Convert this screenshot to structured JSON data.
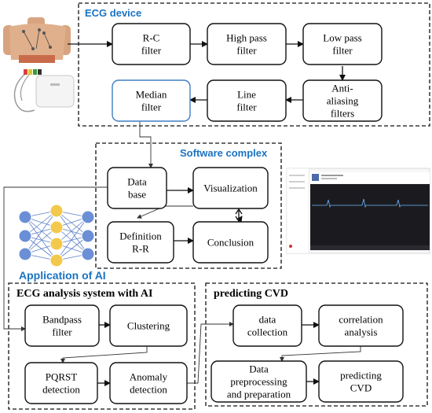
{
  "sections": {
    "ecg_device": "ECG device",
    "software_complex": "Software complex",
    "application_of_ai": "Application of AI",
    "ecg_analysis": "ECG analysis system with AI",
    "predicting_cvd": "predicting CVD"
  },
  "nodes": {
    "rc_filter": [
      "R-C",
      "filter"
    ],
    "high_pass": [
      "High pass",
      "filter"
    ],
    "low_pass": [
      "Low pass",
      "filter"
    ],
    "anti_aliasing": [
      "Anti-",
      "aliasing",
      "filters"
    ],
    "line_filter": [
      "Line",
      "filter"
    ],
    "median_filter": [
      "Median",
      "filter"
    ],
    "data_base": [
      "Data",
      "base"
    ],
    "visualization": [
      "Visualization"
    ],
    "definition_rr": [
      "Definition",
      "R-R"
    ],
    "conclusion": [
      "Conclusion"
    ],
    "bandpass": [
      "Bandpass",
      "filter"
    ],
    "clustering": [
      "Clustering"
    ],
    "pqrst": [
      "PQRST",
      "detection"
    ],
    "anomaly": [
      "Anomaly",
      "detection"
    ],
    "data_collection": [
      "data",
      "collection"
    ],
    "correlation": [
      "correlation",
      "analysis"
    ],
    "preprocessing": [
      "Data",
      "preprocessing",
      "and preparation"
    ],
    "predicting": [
      "predicting",
      "CVD"
    ]
  },
  "colors": {
    "accent_blue": "#1a73c2",
    "median_border": "#3f7fc4",
    "neuron_blue": "#6a8fd6",
    "neuron_yellow": "#f2c94c",
    "screen_bg": "#1b1b1f",
    "ecg_trace": "#6fb7ff"
  },
  "icons": [
    "human-torso-icon",
    "ecg-device-icon",
    "neural-network-icon",
    "ecg-monitor-screenshot"
  ]
}
